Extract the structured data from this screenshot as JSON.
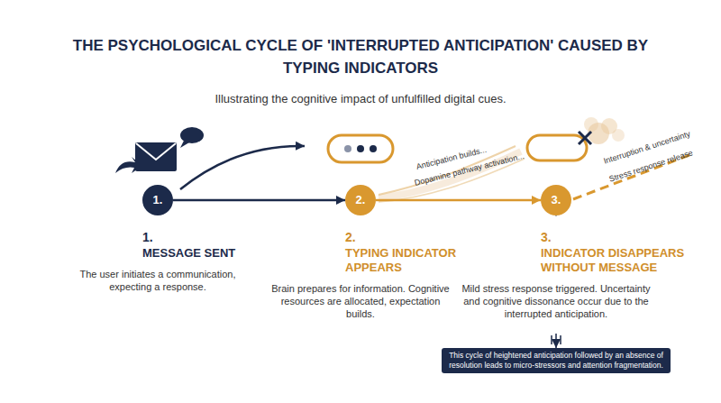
{
  "diagram": {
    "title": "THE PSYCHOLOGICAL CYCLE OF 'INTERRUPTED ANTICIPATION' CAUSED BY TYPING INDICATORS",
    "nodes": [
      {
        "text": [
          "1.",
          "1.",
          "MESSAGE SENT",
          "The user initiates a communication, expecting a response."
        ]
      },
      {
        "text": [
          "2.",
          "2.",
          "TYPING INDICATOR APPEARS",
          "Brain prepares for information. Cognitive resources are allocated, expectation builds."
        ]
      },
      {
        "text": [
          "3.",
          "3.",
          "INDICATOR DISAPPEARS WITHOUT MESSAGE",
          "Mild stress response triggered. Uncertainty and cognitive dissonance occur due to the interrupted anticipation."
        ]
      },
      {
        "text": [
          "This cycle of heightened anticipation followed by an absence of resolution leads to micro-stressors and attention fragmentation."
        ]
      }
    ],
    "edges": [
      {
        "from": 0,
        "to": 1,
        "arrow": "to"
      },
      {
        "from": 1,
        "to": 2,
        "arrow": "to"
      },
      {
        "from": 2,
        "to": 3,
        "arrow": "to"
      }
    ],
    "labels": [
      "Illustrating the cognitive impact of unfulfilled digital cues.",
      "Anticipation builds...",
      "Dopamine pathway activation...",
      "Interruption & uncertainty",
      "Stress response release"
    ]
  }
}
